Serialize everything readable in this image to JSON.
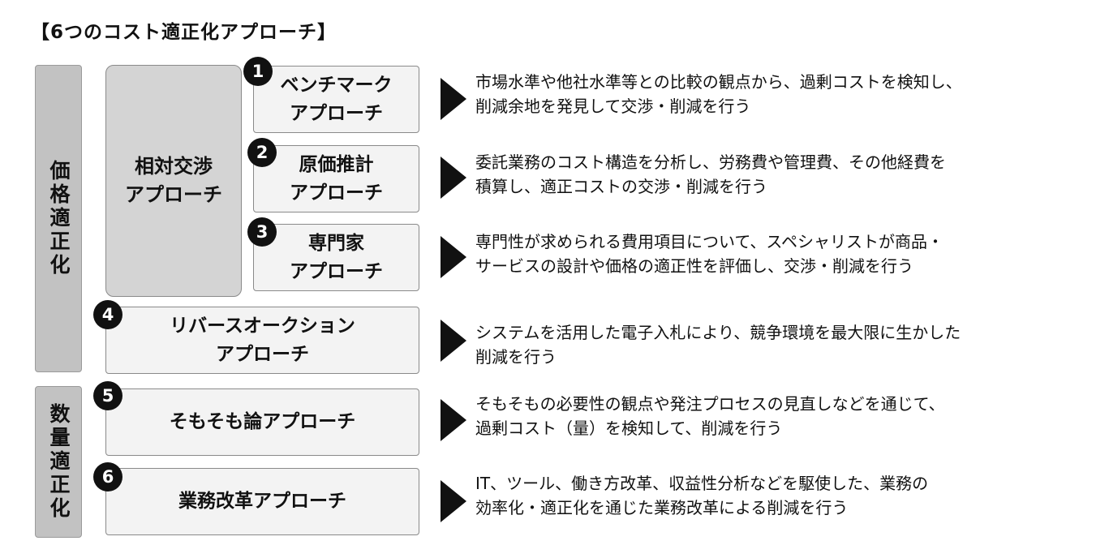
{
  "title": "【6つのコスト適正化アプローチ】",
  "categories": {
    "price": "価格適正化",
    "quantity": "数量適正化"
  },
  "group_label": "相対交渉\nアプローチ",
  "approaches": [
    {
      "num": "1",
      "label": "ベンチマーク\nアプローチ",
      "desc": "市場水準や他社水準等との比較の観点から、過剰コストを検知し、\n削減余地を発見して交渉・削減を行う"
    },
    {
      "num": "2",
      "label": "原価推計\nアプローチ",
      "desc": "委託業務のコスト構造を分析し、労務費や管理費、その他経費を\n積算し、適正コストの交渉・削減を行う"
    },
    {
      "num": "3",
      "label": "専門家\nアプローチ",
      "desc": "専門性が求められる費用項目について、スペシャリストが商品・\nサービスの設計や価格の適正性を評価し、交渉・削減を行う"
    },
    {
      "num": "4",
      "label": "リバースオークション\nアプローチ",
      "desc": "システムを活用した電子入札により、競争環境を最大限に生かした\n削減を行う"
    },
    {
      "num": "5",
      "label": "そもそも論アプローチ",
      "desc": "そもそもの必要性の観点や発注プロセスの見直しなどを通じて、\n過剰コスト（量）を検知して、削減を行う"
    },
    {
      "num": "6",
      "label": "業務改革アプローチ",
      "desc": "IT、ツール、働き方改革、収益性分析などを駆使した、業務の\n効率化・適正化を通じた業務改革による削減を行う"
    }
  ]
}
